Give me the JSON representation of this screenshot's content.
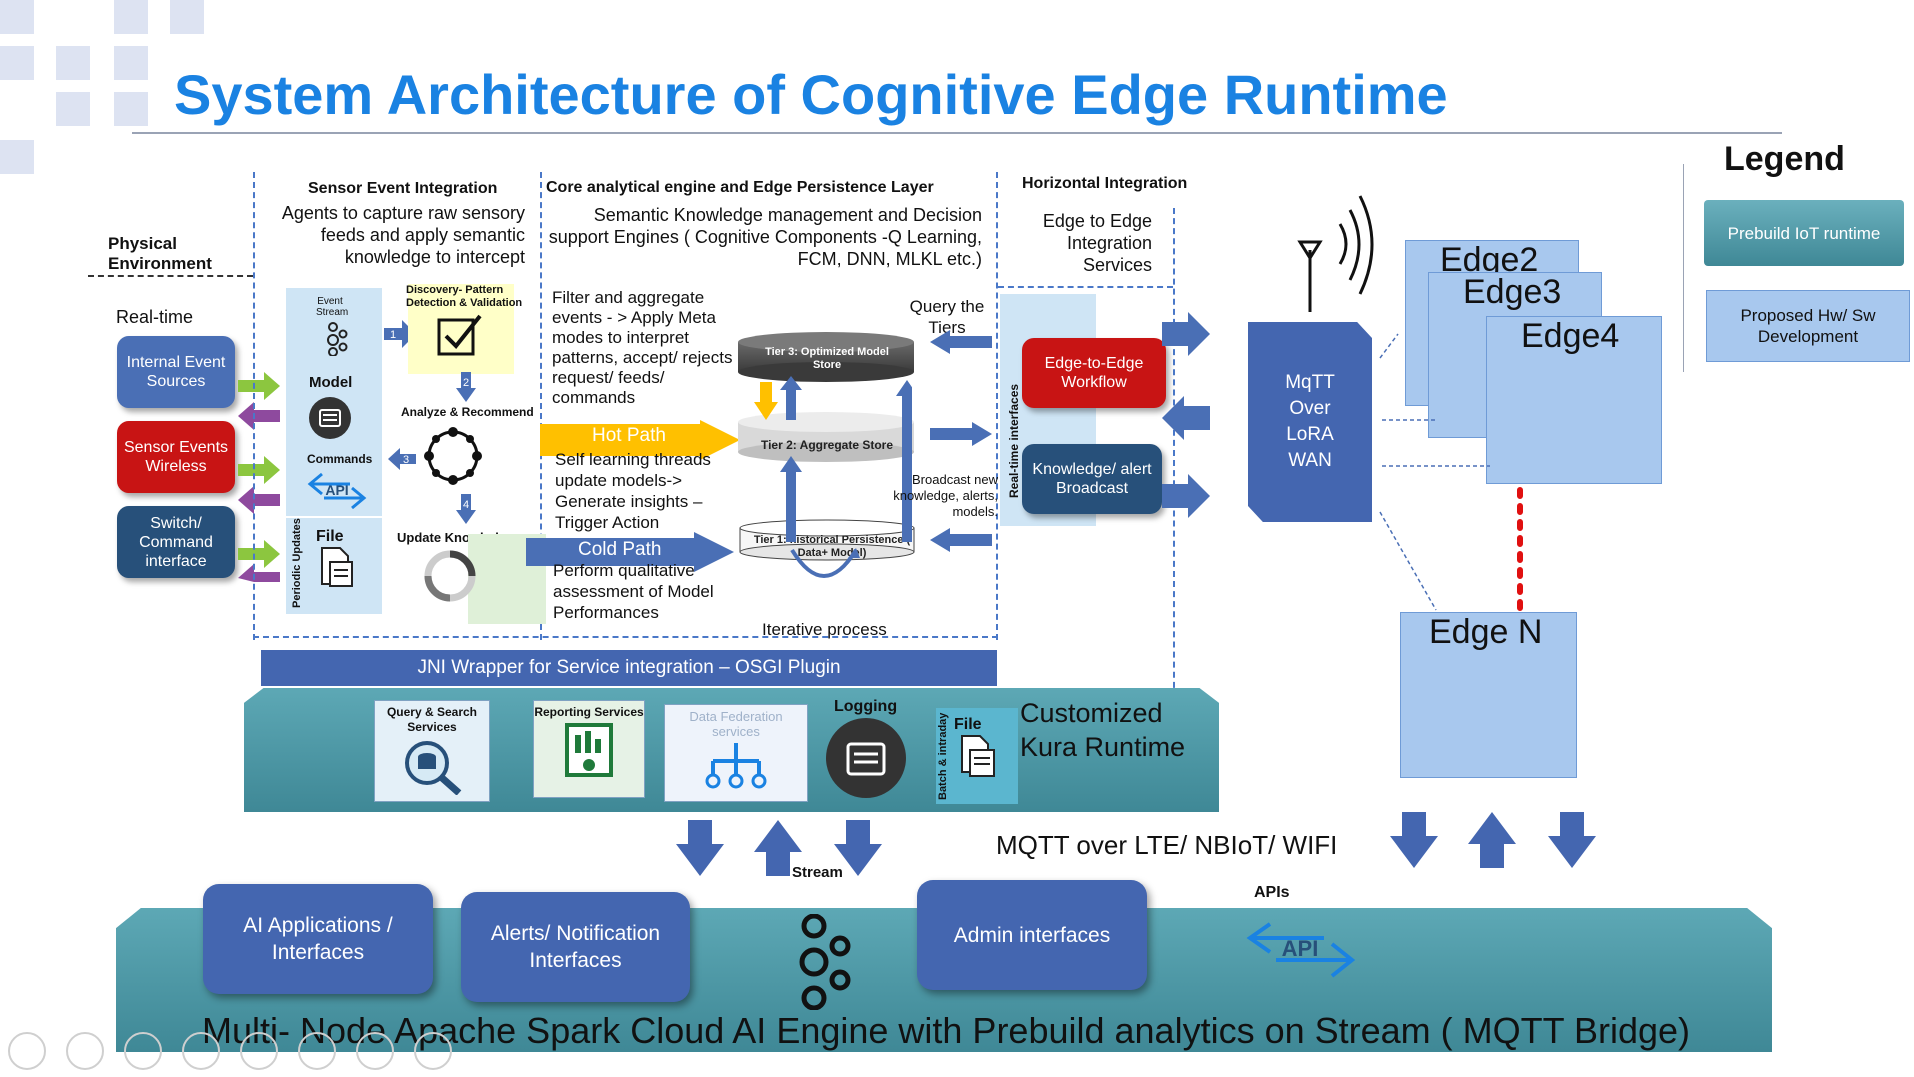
{
  "title": "System Architecture of Cognitive Edge Runtime",
  "physical_env": "Physical Environment",
  "realtime": "Real-time",
  "sources": [
    "Internal Event Sources",
    "Sensor Events Wireless",
    "Switch/ Command interface"
  ],
  "sensor_col": {
    "header": "Sensor Event Integration",
    "desc": "Agents to capture raw sensory feeds and apply semantic knowledge to intercept",
    "event_stream": "Event Stream",
    "model": "Model",
    "commands": "Commands",
    "api": "API",
    "file": "File",
    "periodic": "Periodic Updates",
    "discovery": "Discovery- Pattern Detection & Validation",
    "analyze": "Analyze & Recommend",
    "update_knowledge": "Update Knowledge",
    "step_numbers": [
      "1",
      "2",
      "3",
      "4"
    ]
  },
  "core_col": {
    "header": "Core analytical engine and Edge Persistence Layer",
    "desc": "Semantic Knowledge management and Decision support Engines ( Cognitive Components -Q Learning, FCM, DNN, MLKL etc.)",
    "filter_text": "Filter and aggregate events - > Apply Meta modes to interpret patterns, accept/ rejects request/ feeds/ commands",
    "hot_path": "Hot Path",
    "hot_text": "Self learning threads update models-> Generate insights – Trigger Action",
    "cold_path": "Cold Path",
    "cold_text": "Perform qualitative assessment  of Model Performances",
    "query_tiers": "Query the Tiers",
    "tier3": "Tier 3: Optimized Model Store",
    "tier2": "Tier 2:  Aggregate Store",
    "tier1": "Tier 1: historical Persistence ( Data+ Model)",
    "broadcast_new": "Broadcast new knowledge, alerts, models.",
    "iterative": "Iterative process"
  },
  "horizontal": {
    "header": "Horizontal Integration",
    "desc": "Edge to Edge Integration Services",
    "realtime_interfaces": "Real-time interfaces",
    "workflow": "Edge-to-Edge Workflow",
    "broadcast": "Knowledge/ alert Broadcast"
  },
  "jni": "JNI Wrapper for Service integration – OSGI Plugin",
  "kura": {
    "services": [
      "Query & Search Services",
      "Reporting Services",
      "Data Federation services",
      "Logging"
    ],
    "batch": "Batch & intraday",
    "file": "File",
    "title": "Customized Kura Runtime"
  },
  "mqtt_box": "MqTT Over LoRA WAN",
  "edges": [
    "Edge2",
    "Edge3",
    "Edge4",
    "Edge N"
  ],
  "legend": {
    "title": "Legend",
    "prebuild": "Prebuild IoT runtime",
    "proposed": "Proposed Hw/ Sw Development"
  },
  "mqtt_lte": "MQTT over LTE/ NBIoT/ WIFI",
  "stream": "Stream",
  "apis": "APIs",
  "api_icon": "API",
  "cloud": {
    "buttons": [
      "AI Applications / Interfaces",
      "Alerts/ Notification Interfaces",
      "Admin  interfaces"
    ],
    "footer": "Multi- Node Apache Spark Cloud AI Engine with Prebuild analytics on Stream ( MQTT Bridge)"
  },
  "colors": {
    "title": "#1a82e2",
    "blue_box": "#4a6fb5",
    "red_box": "#c81414",
    "navy_box": "#27507a",
    "teal": "#4f98a6",
    "edge": "#a8c8ee",
    "hot": "#ffc000"
  }
}
